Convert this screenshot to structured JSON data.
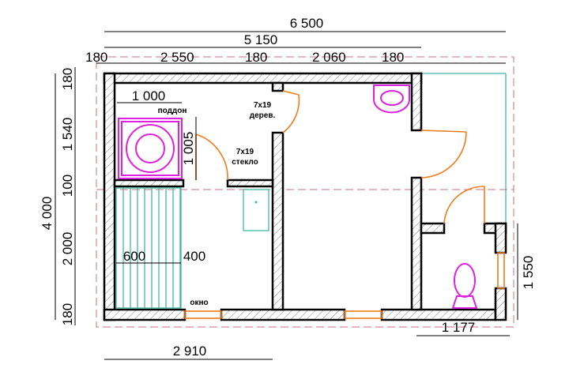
{
  "dimensions": {
    "overall_width": "6 500",
    "inner_width": "5 150",
    "top_row": [
      "180",
      "2 550",
      "180",
      "2 060",
      "180"
    ],
    "overall_height": "4 000",
    "left_row": [
      "180",
      "1 540",
      "100",
      "2 000",
      "180"
    ],
    "shower_width": "1 000",
    "shower_depth": "1 005",
    "bench_a": "600",
    "bench_b": "400",
    "bottom_width": "2 910",
    "toilet_width": "1 177",
    "toilet_height": "1 550"
  },
  "labels": {
    "tray": "поддон",
    "door_wood_size": "7x19",
    "door_wood_type": "дерев.",
    "door_glass_size": "7x19",
    "door_glass_type": "стекло",
    "window": "окно"
  },
  "colors": {
    "door": "#f07c1a",
    "fixtures": "#e020e0",
    "sauna": "#40b8a0",
    "guides": "#c87080"
  }
}
